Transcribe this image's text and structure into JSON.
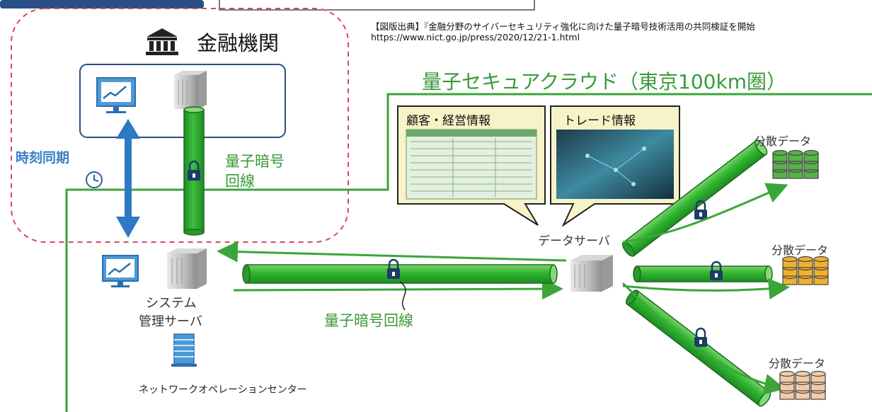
{
  "source": {
    "citation": "【図版出典】『金融分野のサイバーセキュリティ強化に向けた量子暗号技術活用の共同検証を開始",
    "url": "https://www.nict.go.jp/press/2020/12/21-1.html"
  },
  "financial": {
    "title": "金融機関",
    "time_sync": "時刻同期",
    "quantum_line_1": "量子暗号",
    "quantum_line_2": "回線"
  },
  "cloud": {
    "title": "量子セキュアクラウド（東京100km圏）",
    "panel_customer": "顧客・経営情報",
    "panel_trade": "トレード情報",
    "data_server": "データサーバ",
    "system_server_1": "システム",
    "system_server_2": "管理サーバ",
    "quantum_line": "量子暗号回線",
    "noc": "ネットワークオペレーションセンター",
    "distributed": [
      "分散データ",
      "分散データ",
      "分散データ"
    ]
  },
  "colors": {
    "green": "#3aa63a",
    "tube": "#2fb62f",
    "blue": "#2f78c4",
    "dashed": "#d9485a",
    "db_top": "#58b24a",
    "db_mid": "#f0b030",
    "db_bot": "#f2cba8"
  }
}
